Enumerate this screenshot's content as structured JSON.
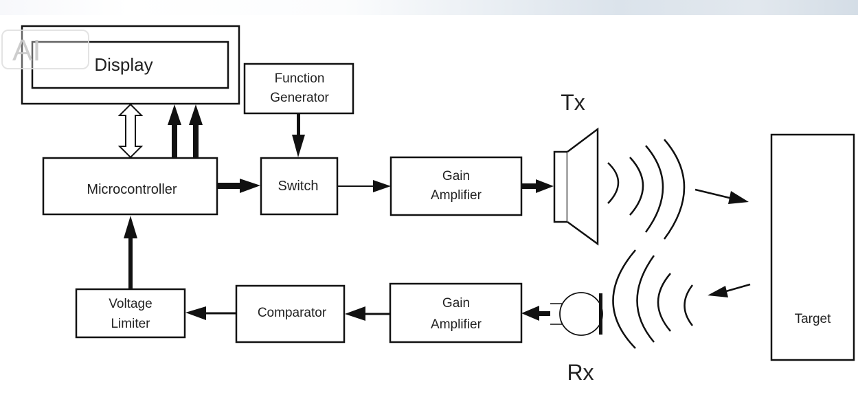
{
  "watermark": {
    "text": "AI"
  },
  "blocks": {
    "display": "Display",
    "function_generator": [
      "Function",
      "Generator"
    ],
    "microcontroller": "Microcontroller",
    "switch": "Switch",
    "gain_amplifier_tx": [
      "Gain",
      "Amplifier"
    ],
    "gain_amplifier_rx": [
      "Gain",
      "Amplifier"
    ],
    "comparator": "Comparator",
    "voltage_limiter": [
      "Voltage",
      "Limiter"
    ],
    "target": "Target"
  },
  "labels": {
    "tx": "Tx",
    "rx": "Rx"
  },
  "connections": [
    {
      "from": "Microcontroller",
      "to": "Display",
      "type": "bidirectional-hollow"
    },
    {
      "from": "Microcontroller",
      "to": "Display",
      "type": "bold-arrow"
    },
    {
      "from": "Microcontroller",
      "to": "Display",
      "type": "bold-arrow"
    },
    {
      "from": "Function Generator",
      "to": "Switch",
      "type": "arrow"
    },
    {
      "from": "Microcontroller",
      "to": "Switch",
      "type": "bold-arrow"
    },
    {
      "from": "Switch",
      "to": "Gain Amplifier (Tx)",
      "type": "arrow"
    },
    {
      "from": "Gain Amplifier (Tx)",
      "to": "Tx speaker",
      "type": "arrow"
    },
    {
      "from": "Tx speaker",
      "to": "Target",
      "type": "wave"
    },
    {
      "from": "Target",
      "to": "Rx microphone",
      "type": "wave"
    },
    {
      "from": "Rx microphone",
      "to": "Gain Amplifier (Rx)",
      "type": "arrow"
    },
    {
      "from": "Gain Amplifier (Rx)",
      "to": "Comparator",
      "type": "arrow"
    },
    {
      "from": "Comparator",
      "to": "Voltage Limiter",
      "type": "arrow"
    },
    {
      "from": "Voltage Limiter",
      "to": "Microcontroller",
      "type": "arrow"
    }
  ]
}
